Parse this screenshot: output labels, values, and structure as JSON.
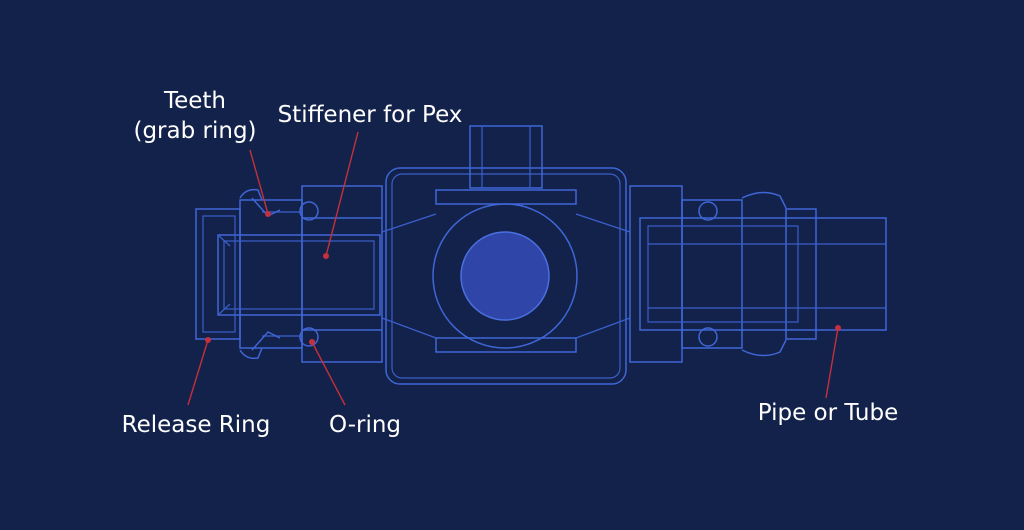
{
  "labels": {
    "teeth_line1": "Teeth",
    "teeth_line2": "(grab ring)",
    "stiffener": "Stiffener for Pex",
    "release_ring": "Release Ring",
    "o_ring": "O-ring",
    "pipe_or_tube": "Pipe or Tube"
  },
  "colors": {
    "background": "#13224a",
    "outline": "#3f66d6",
    "leader": "#c4303c",
    "ball": "#2f45a8",
    "text": "#ffffff"
  }
}
